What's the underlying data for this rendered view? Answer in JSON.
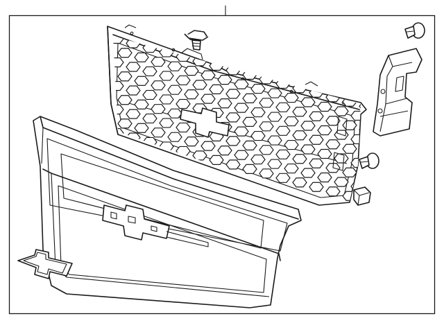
{
  "diagram": {
    "parts": [
      {
        "id": "upper-grille",
        "icon": "grille-mesh"
      },
      {
        "id": "grille-bolt",
        "icon": "bolt"
      },
      {
        "id": "push-pin-upper",
        "icon": "push-pin"
      },
      {
        "id": "side-bracket",
        "icon": "bracket"
      },
      {
        "id": "push-pin-lower",
        "icon": "push-pin"
      },
      {
        "id": "retainer-clip",
        "icon": "clip"
      },
      {
        "id": "grille-surround",
        "icon": "grille-frame"
      },
      {
        "id": "bowtie-emblem",
        "icon": "emblem"
      }
    ],
    "colors": {
      "line": "#1a1a1a",
      "background": "#ffffff",
      "frame": "#1a1a1a"
    }
  }
}
